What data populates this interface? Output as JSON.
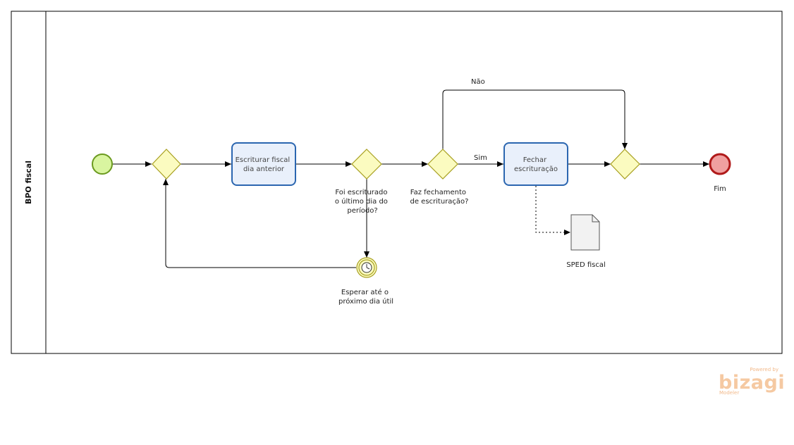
{
  "lane": {
    "label": "BPO fiscal"
  },
  "tasks": {
    "escriturar": [
      "Escriturar fiscal",
      "dia anterior"
    ],
    "fechar": [
      "Fechar",
      "escrituração"
    ]
  },
  "gateways": {
    "escriturado_q": [
      "Foi escriturado",
      "o último dia do",
      "período?"
    ],
    "fechamento_q": [
      "Faz fechamento",
      "de escrituração?"
    ]
  },
  "flows": {
    "sim": "Sim",
    "nao": "Não"
  },
  "events": {
    "timer": [
      "Esperar até o",
      "próximo dia útil"
    ],
    "end": "Fim"
  },
  "artifacts": {
    "document": "SPED fiscal"
  },
  "branding": {
    "powered_by": "Powered by",
    "brand": "bizagi",
    "product": "Modeler"
  },
  "colors": {
    "start_fill": "#d9f5a0",
    "start_stroke": "#6b9a1f",
    "end_fill": "#f0a0a0",
    "end_stroke": "#b01a1a",
    "gateway_fill": "#fbfbc0",
    "gateway_stroke": "#a8a020",
    "task_fill": "#e9f0fb",
    "task_stroke": "#2b66b0"
  }
}
